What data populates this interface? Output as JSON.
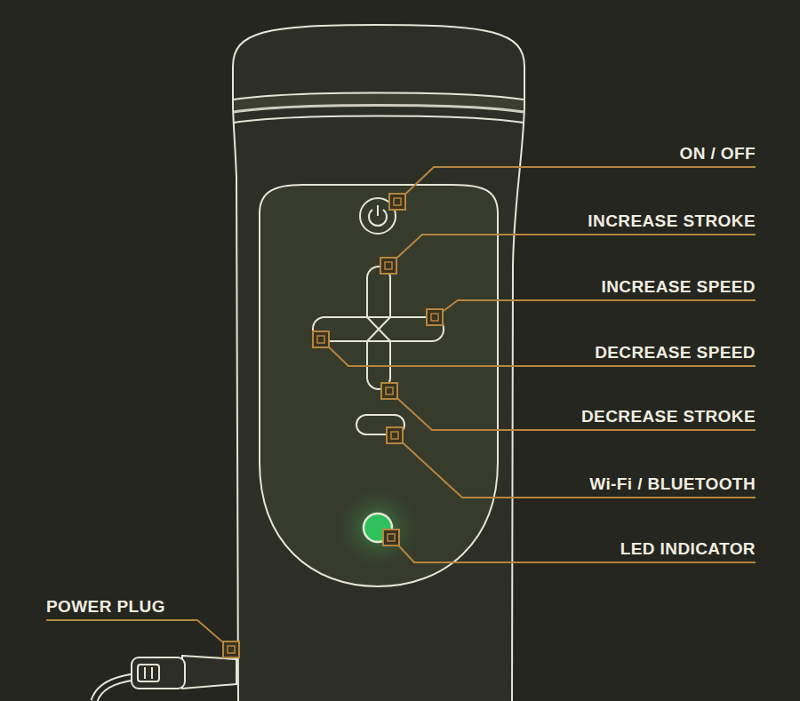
{
  "diagram": {
    "labels": [
      "ON / OFF",
      "INCREASE STROKE",
      "INCREASE SPEED",
      "DECREASE SPEED",
      "DECREASE STROKE",
      "Wi-Fi / BLUETOOTH",
      "LED INDICATOR",
      "POWER PLUG"
    ]
  }
}
